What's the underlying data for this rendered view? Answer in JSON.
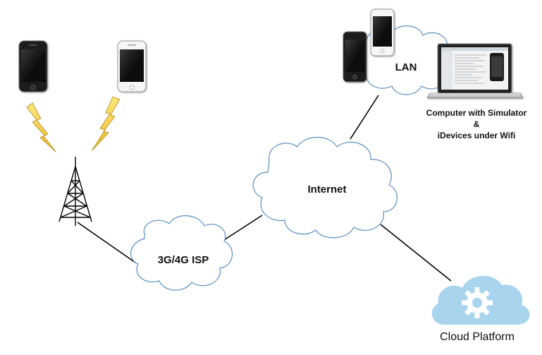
{
  "nodes": {
    "isp_cloud": {
      "label": "3G/4G ISP"
    },
    "internet_cloud": {
      "label": "Internet"
    },
    "lan_cloud": {
      "label": "LAN"
    },
    "computer_caption": {
      "line1": "Computer with Simulator",
      "line2": "&",
      "line3": "iDevices under Wifi"
    },
    "cloud_platform": {
      "label": "Cloud Platform"
    }
  },
  "icons": {
    "phone_black": "black-iphone-icon",
    "phone_white": "white-iphone-icon",
    "signal": "lightning-signal-icon",
    "tower": "cell-tower-icon",
    "laptop": "laptop-icon",
    "cloud_platform": "cloud-gear-icon"
  },
  "colors": {
    "cloud_stroke": "#5a8fc0",
    "line": "#000000",
    "bolt_fill": "#f3d23a",
    "cloud_platform_fill": "#a9d4ee"
  }
}
